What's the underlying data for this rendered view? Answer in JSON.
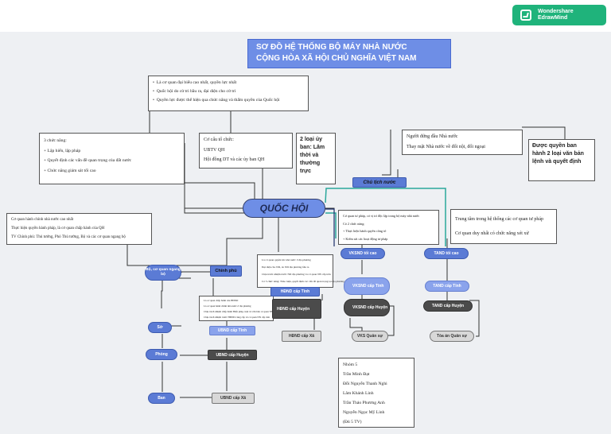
{
  "branding": {
    "line1": "Wondershare",
    "line2": "EdrawMind"
  },
  "title": {
    "line1": "SƠ ĐỒ HỆ THỐNG BỘ MÁY NHÀ NƯỚC",
    "line2": "CỘNG HÒA XÃ HỘI CHỦ NGHĨA VIỆT NAM"
  },
  "center": "QUỐC HỘI",
  "qh_info": [
    "Là cơ quan đại biểu cao nhất, quyền lực nhất",
    "Quốc hội do cử tri bầu ra, đại diện cho cử tri",
    "Quyền lực được thể hiện qua chức năng và thẩm quyền của Quốc hội"
  ],
  "functions": {
    "title": "3 chức năng:",
    "items": [
      "+ Lập hiến, lập pháp",
      "+ Quyết định các vấn đề quan trọng của đất nước",
      "+ Chức năng giám sát tối cao"
    ]
  },
  "structure": {
    "title": "Cơ cấu tổ chức:",
    "items": [
      "UBTV QH",
      "Hội đồng DT và các ủy ban QH"
    ]
  },
  "committees": "2 loại ủy ban: Lâm thời và thường trực",
  "president": {
    "label": "Chủ tịch nước",
    "info": [
      "Người đứng đầu Nhà nước",
      "Thay mặt Nhà nước về đối nội, đối ngoại"
    ],
    "decree": "Được quyền ban hành 2 loại văn bản lệnh và quyết định"
  },
  "government": {
    "label": "Chính phủ",
    "info": [
      "Cơ quan hành chính nhà nước cao nhất",
      "Thực hiện quyền hành pháp, là cơ quan chấp hành của QH",
      "TV Chính phủ: Thủ tướng, Phó Thủ tướng, Bộ và các cơ quan ngang bộ"
    ],
    "ministry": "Bộ, cơ quan ngang bộ",
    "dept": "Sở",
    "office": "Phòng",
    "ward": "Ban"
  },
  "local": {
    "hdnd_note": [
      "Là cơ quan quyền lực nhà nước ở địa phương",
      "Đại diện cho ND, do ND địa phương bầu ra",
      "Chịu trách nhiệm trước ND địa phương và cơ quan NN cấp trên",
      "Có 3 chức năng: Thảo luận, quyết định các vấn đề quan trọng tại địa phương"
    ],
    "ubnd_note": [
      "Là cơ quan chấp hành của HĐND",
      "Là cơ quan hành chính nhà nước ở địa phương",
      "Chịu trách nhiệm chấp hành Hiến pháp, luật và văn bản cơ quan NN cấp trên",
      "Chịu trách nhiệm trước HĐND cùng cấp và cơ quan NN cấp trên"
    ],
    "hdnd_tinh": "HĐND cấp Tỉnh",
    "hdnd_huyen": "HĐND cấp Huyện",
    "hdnd_xa": "HĐND cấp Xã",
    "ubnd_tinh": "UBND cấp Tỉnh",
    "ubnd_huyen": "UBND cấp Huyện",
    "ubnd_xa": "UBND cấp Xã"
  },
  "procuracy": {
    "info": [
      "Cơ quan tư pháp, có vị trí độc lập trong bộ máy nhà nước",
      "Có 2 chức năng:",
      "+ Thực hiện hành quyền công tố",
      "+ Kiểm sát các hoạt động tư pháp"
    ],
    "top": "VKSND tối cao",
    "tinh": "VKSND cấp Tỉnh",
    "huyen": "VKSND cấp Huyện",
    "military": "VKS Quân sự"
  },
  "court": {
    "info": [
      "Trung tâm trong hệ thống các cơ quan tư pháp",
      "Cơ quan duy nhất có chức năng xét xử"
    ],
    "top": "TAND tối cao",
    "tinh": "TAND cấp Tỉnh",
    "huyen": "TAND cấp Huyện",
    "military": "Tòa án Quân sự"
  },
  "group": {
    "members": [
      "Nhóm 5",
      "Trần Minh Đạt",
      "Đỗi Nguyễn Thanh Nghi",
      "Lâm Khánh Linh",
      "Trần Thảo Phương Anh",
      "Nguyễn Ngọc Mỹ Linh",
      "(Đủ 5 TV)"
    ]
  },
  "colors": {
    "accent": "#6e8ee6",
    "dark": "#4b4b4b",
    "teal": "#2aa79b",
    "brand": "#1fb37b"
  }
}
